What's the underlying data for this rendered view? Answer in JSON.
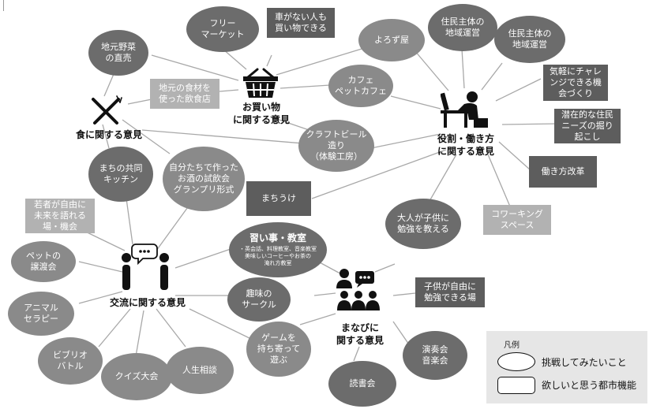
{
  "hubs": {
    "food": "食に関する意見",
    "shopping": "お買い物\nに関する意見",
    "roles": "役割・働き方\nに関する意見",
    "exchange": "交流に関する意見",
    "learning": "まなびに\n関する意見"
  },
  "nodes": {
    "free_market": "フリー\nマーケット",
    "no_car_shopping": "車がない人も\n買い物できる",
    "local_veg": "地元野菜\nの直売",
    "local_food_restaurant": "地元の食材を\n使った飲食店",
    "yorozuya": "よろず屋",
    "resident_op_1": "住民主体の\n地域運営",
    "resident_op_2": "住民主体の\n地域運営",
    "challenge": "気軽にチャレ\nンジできる機\n会づくり",
    "cafe": "カフェ\nペットカフェ",
    "latent_needs": "潜在的な住民\nニーズの掘り\n起こし",
    "craft_beer": "クラフトビール\n造り\n（体験工房）",
    "work_reform": "働き方改革",
    "shared_kitchen": "まちの共同\nキッチン",
    "sake_contest": "自分たちで作った\nお酒の試飲会\nグランプリ形式",
    "machiuke": "まちうけ",
    "coworking": "コワーキング\nスペース",
    "youth_forum": "若者が自由に\n未来を語れる\n場・機会",
    "lessons_title": "習い事・教室",
    "lessons_detail": "・英会話、料理教室、音楽教室\n美味しいコーヒーやお茶の\n淹れ方教室",
    "adults_teach": "大人が子供に\n勉強を教える",
    "pet_transfer": "ペットの\n譲渡会",
    "hobby_circle": "趣味の\nサークル",
    "study_place": "子供が自由に\n勉強できる場",
    "animal_therapy": "アニマル\nセラピー",
    "game_play": "ゲームを\n持ち寄って\n遊ぶ",
    "bibliobattle": "ビブリオ\nバトル",
    "quiz": "クイズ大会",
    "life_advice": "人生相談",
    "concert": "演奏会\n音楽会",
    "reading": "読書会"
  },
  "icons": {
    "food": "fork-knife-icon",
    "shopping": "shopping-basket-icon",
    "roles": "worker-at-desk-icon",
    "exchange": "people-talking-icon",
    "learning": "classroom-icon"
  },
  "legend": {
    "title": "凡例",
    "oval_label": "挑戦してみたいこと",
    "rect_label": "欲しいと思う都市機能"
  },
  "colors": {
    "dark_rect": "#5d5d5d",
    "dark_oval": "#6c6c6c",
    "mid_oval": "#8a8a8a",
    "light_rect": "#b2b2b2",
    "connector": "#a8a8a8",
    "legend_bg": "#e6e6e6"
  }
}
